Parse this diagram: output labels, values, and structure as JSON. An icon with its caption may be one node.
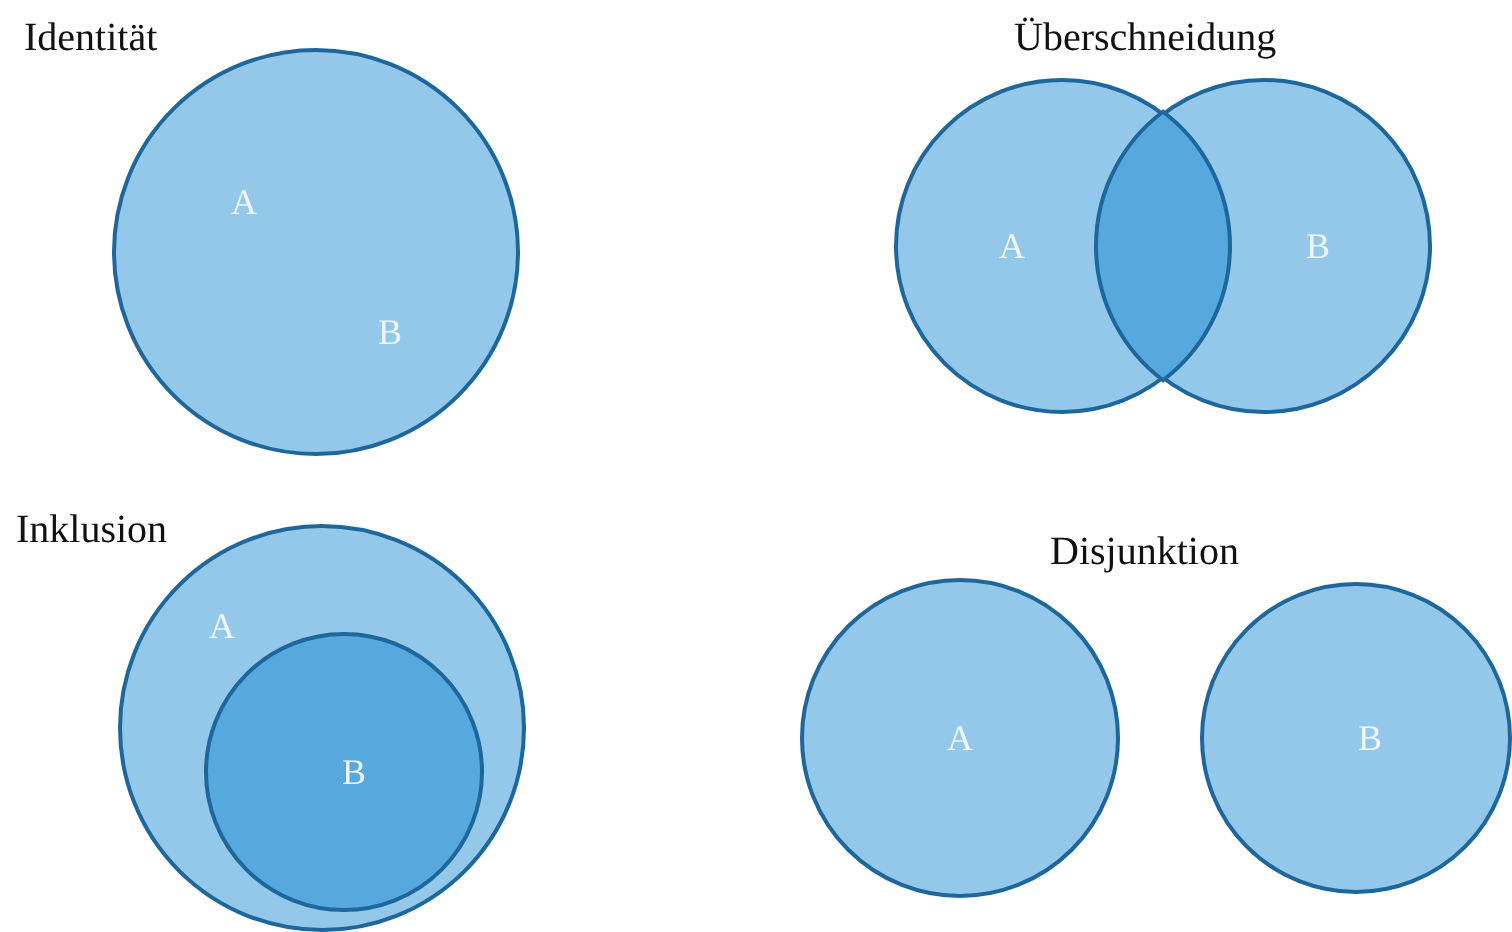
{
  "diagram": {
    "nodes": [
      {
        "text": [
          "A",
          "B"
        ]
      },
      {
        "text": [
          "A"
        ]
      },
      {
        "text": [
          "B"
        ]
      },
      {
        "text": [],
        "shape": "lens"
      },
      {
        "text": [
          "A"
        ]
      },
      {
        "text": [
          "B"
        ],
        "in": 4
      },
      {
        "text": [
          "A"
        ]
      },
      {
        "text": [
          "B"
        ]
      }
    ],
    "edges": [],
    "labels": [
      "Identität",
      "Überschneidung",
      "Inklusion",
      "Disjunktion"
    ]
  }
}
